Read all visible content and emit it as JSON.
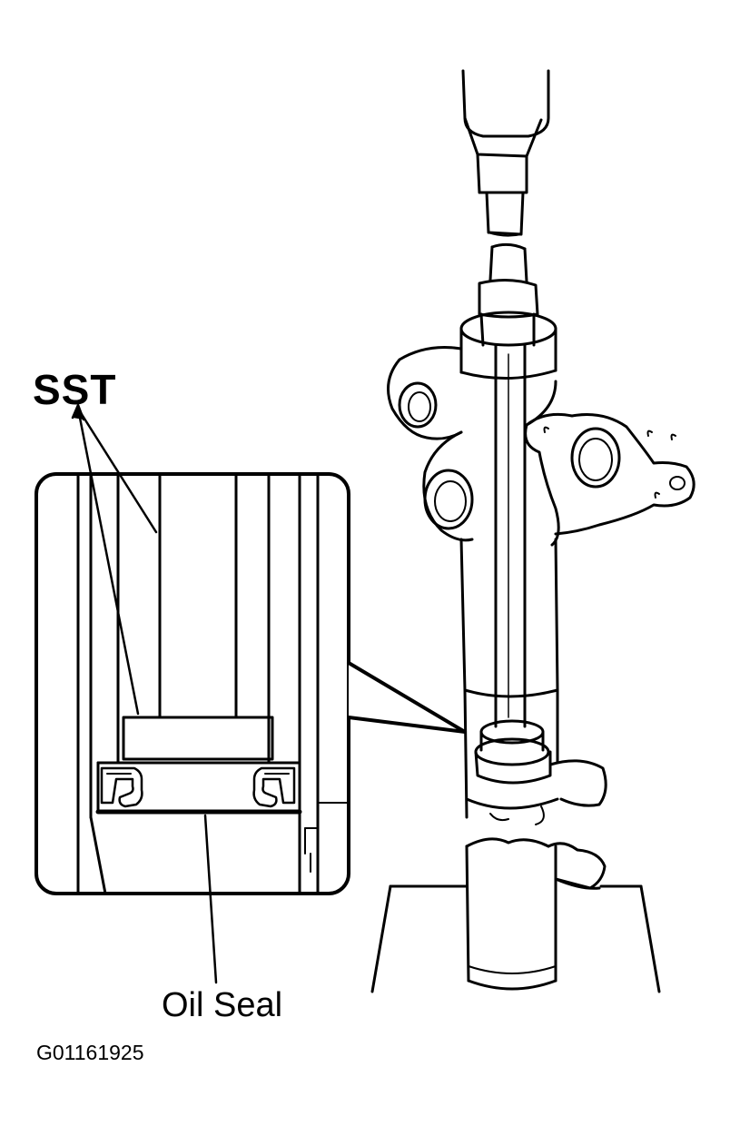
{
  "labels": {
    "sst": "SST",
    "oil_seal": "Oil Seal",
    "figure_code": "G01161925"
  },
  "colors": {
    "ink": "#000000",
    "paper": "#ffffff"
  }
}
